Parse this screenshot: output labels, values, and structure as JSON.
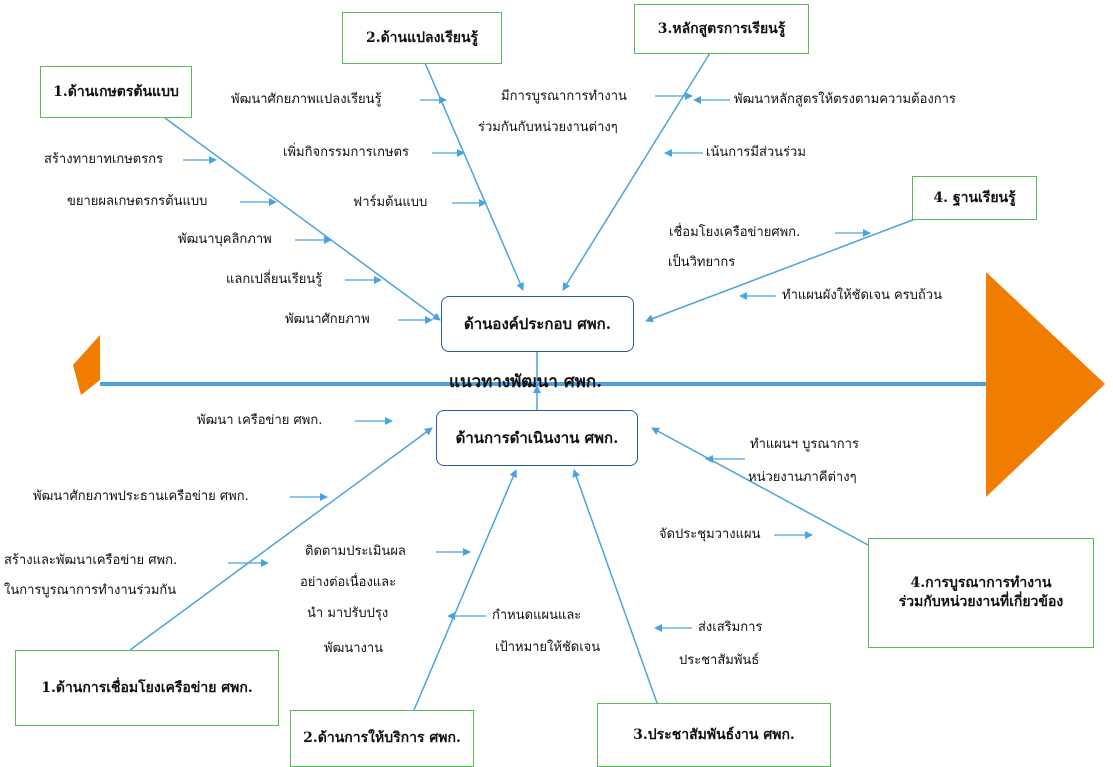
{
  "colors": {
    "spine": "#4aa3df",
    "bone": "#4aa3df",
    "head": "#f07c00",
    "box_border": "#5cb85c",
    "center_border": "#2a5d9f"
  },
  "spine_label": "แนวทางพัฒนา ศพก.",
  "upper_center": "ด้านองค์ประกอบ ศพก.",
  "lower_center": "ด้านการดำเนินงาน ศพก.",
  "top_boxes": [
    {
      "label": "1.ด้านเกษตรต้นแบบ"
    },
    {
      "label": "2.ด้านแปลงเรียนรู้"
    },
    {
      "label": "3.หลักสูตรการเรียนรู้"
    },
    {
      "label": "4. ฐานเรียนรู้"
    }
  ],
  "bottom_boxes": [
    {
      "label": "1.ด้านการเชื่อมโยงเครือข่าย ศพก."
    },
    {
      "label": "2.ด้านการให้บริการ ศพก."
    },
    {
      "label": "3.ประชาสัมพันธ์งาน ศพก."
    },
    {
      "label": "4.การบูรณาการทำงาน\nร่วมกับหน่วยงานที่เกี่ยวข้อง"
    }
  ],
  "top_causes": {
    "b1": [
      "สร้างทายาทเกษตรกร",
      "ขยายผลเกษตรกรต้นแบบ",
      "พัฒนาบุคลิกภาพ",
      "แลกเปลี่ยนเรียนรู้",
      "พัฒนาศักยภาพ"
    ],
    "b2": [
      "พัฒนาศักยภาพแปลงเรียนรู้",
      "เพิ่มกิจกรรมการเกษตร",
      "ฟาร์มต้นแบบ"
    ],
    "b3": [
      "มีการบูรณาการทำงาน",
      "ร่วมกันกับหน่วยงานต่างๆ",
      "พัฒนาหลักสูตรให้ตรงตามความต้องการ",
      "เน้นการมีส่วนร่วม"
    ],
    "b4": [
      "เชื่อมโยงเครือข่ายศพก.",
      "เป็นวิทยากร",
      "ทำแผนผังให้ชัดเจน ครบถ้วน"
    ]
  },
  "bottom_causes": {
    "b1": [
      "พัฒนา เครือข่าย ศพก.",
      "พัฒนาศักยภาพประธานเครือข่าย ศพก.",
      "สร้างและพัฒนาเครือข่าย ศพก.",
      "ในการบูรณาการทำงานร่วมกัน"
    ],
    "b2": [
      "ติดตามประเมินผล",
      "อย่างต่อเนื่องและ",
      "นำ มาปรับปรุง",
      "พัฒนางาน",
      "กำหนดแผนและ",
      "เป้าหมายให้ชัดเจน"
    ],
    "b3": [
      "ส่งเสริมการ",
      "ประชาสัมพันธ์"
    ],
    "b4": [
      "ทำแผนฯ บูรณาการ",
      "หน่วยงานภาคีต่างๆ",
      "จัดประชุมวางแผน"
    ]
  }
}
